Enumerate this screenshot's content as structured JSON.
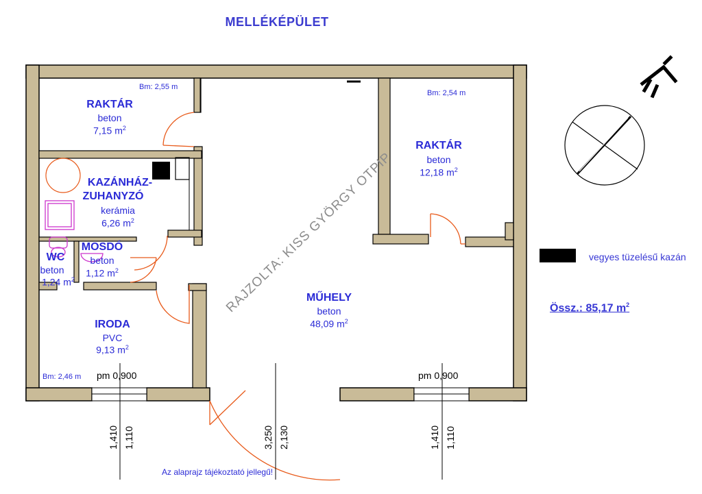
{
  "title": "MELLÉKÉPÜLET",
  "rooms": {
    "raktar_left": {
      "name": "RAKTÁR",
      "material": "beton",
      "area": "7,15 m",
      "bm": "Bm: 2,55 m"
    },
    "kazanhaz": {
      "name1": "KAZÁNHÁZ-",
      "name2": "ZUHANYZÓ",
      "material": "kerámia",
      "area": "6,26 m"
    },
    "wc": {
      "name": "WC",
      "material": "beton",
      "area": "1,24 m"
    },
    "mosdo": {
      "name": "MOSDÓ",
      "material": "beton",
      "area": "1,12 m"
    },
    "iroda": {
      "name": "IRODA",
      "material": "PVC",
      "area": "9,13 m",
      "bm": "Bm: 2,46 m"
    },
    "muhely": {
      "name": "MŰHELY",
      "material": "beton",
      "area": "48,09 m"
    },
    "raktar_right": {
      "name": "RAKTÁR",
      "material": "beton",
      "area": "12,18 m",
      "bm": "Bm: 2,54 m"
    }
  },
  "superscript": "2",
  "window_labels": {
    "left": "pm 0,900",
    "right": "pm 0,900"
  },
  "dimensions": {
    "left_outer": "1,410",
    "left_inner": "1,110",
    "door_outer": "3,250",
    "door_inner": "2,130",
    "right_outer": "1,410",
    "right_inner": "1,110"
  },
  "watermark": "RAJZOLTA: KISS GYÖRGY OTPIP",
  "legend": {
    "label": "vegyes tüzelésű kazán",
    "swatch_color": "#000000"
  },
  "total": "Össz.: 85,17 m",
  "note": "Az alaprajz tájékoztató jellegű!",
  "colors": {
    "wall_fill": "#c9bb98",
    "wall_stroke": "#000000",
    "door_arc": "#e85a1a",
    "fixture": "#cc33cc"
  }
}
